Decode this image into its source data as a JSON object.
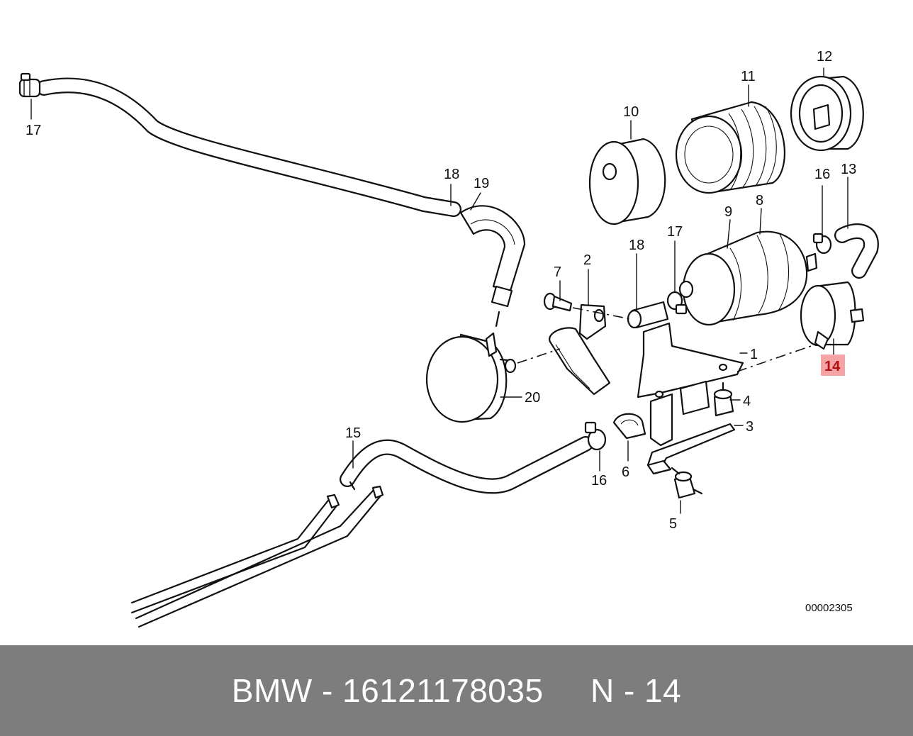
{
  "diagram": {
    "callouts": {
      "c1": "1",
      "c2": "2",
      "c3": "3",
      "c4": "4",
      "c5": "5",
      "c6": "6",
      "c7": "7",
      "c8": "8",
      "c9": "9",
      "c10": "10",
      "c11": "11",
      "c12": "12",
      "c13": "13",
      "c14": "14",
      "c15": "15",
      "c16a": "16",
      "c16b": "16",
      "c17a": "17",
      "c17b": "17",
      "c18a": "18",
      "c18b": "18",
      "c19": "19",
      "c20": "20"
    },
    "highlighted_callout": "14",
    "highlight_color": "#f4a4a4",
    "reference_number": "00002305"
  },
  "footer": {
    "text": "BMW - 16121178035     N - 14",
    "background": "#7d7d7d"
  }
}
